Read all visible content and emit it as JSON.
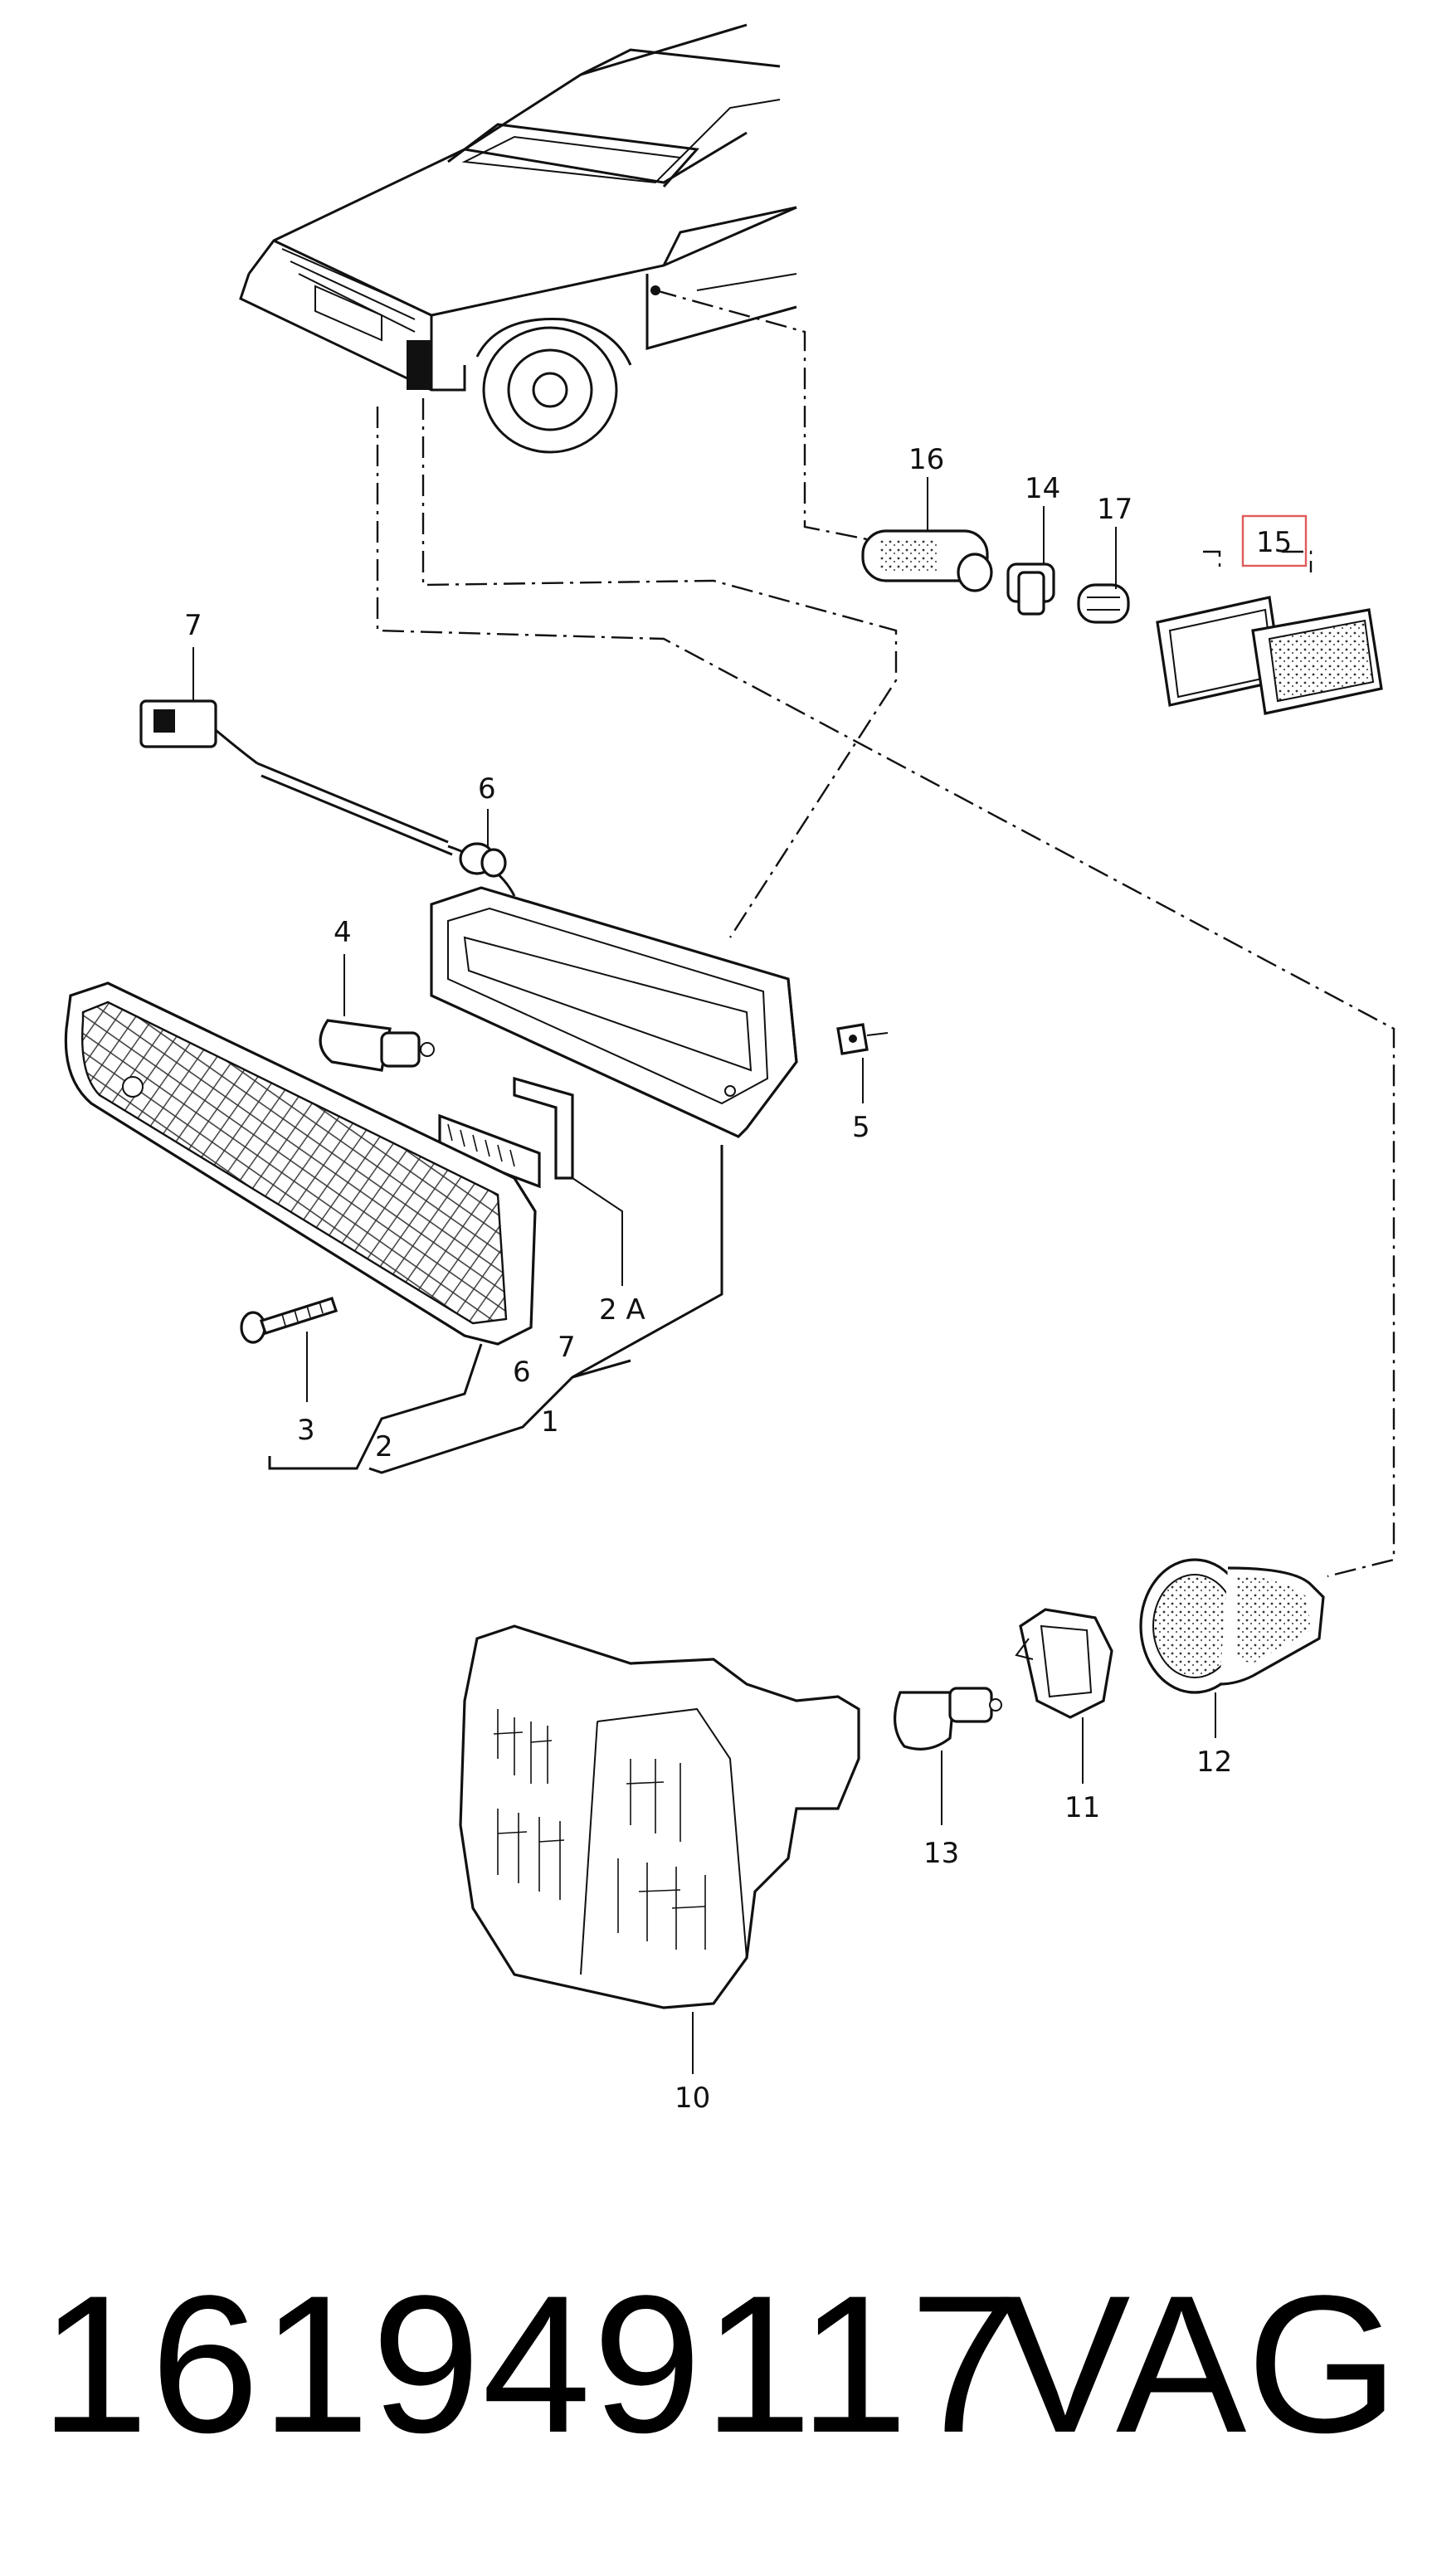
{
  "diagram": {
    "callouts": {
      "c1": "1",
      "c2": "2",
      "c2a": "2 A",
      "c3": "3",
      "c4": "4",
      "c5": "5",
      "c6": "6",
      "c6b": "6",
      "c7": "7",
      "c7b": "7",
      "c10": "10",
      "c11": "11",
      "c12": "12",
      "c13": "13",
      "c14": "14",
      "c15": "15",
      "c16": "16",
      "c17": "17"
    },
    "highlight_color": "#e05a5a"
  },
  "footer": {
    "part_number": "161949117",
    "brand": "VAG"
  }
}
